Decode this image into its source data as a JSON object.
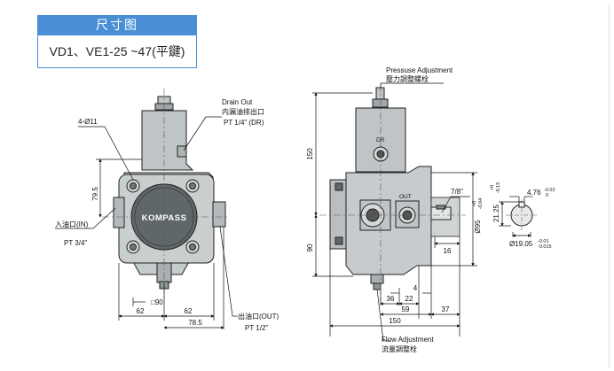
{
  "header": {
    "title": "尺寸图"
  },
  "model": {
    "name": "VD1、VE1-25 ~47(平鍵)"
  },
  "front_view": {
    "hole_label": "4-Ø11",
    "drain_label_en": "Drain Out",
    "drain_label_cn": "内漏油排出口",
    "drain_thread": "PT 1/4\" (DR)",
    "inlet_label": "入油口(IN)",
    "inlet_thread": "PT 3/4\"",
    "outlet_label": "出油口(OUT)",
    "outlet_thread": "PT 1/2\"",
    "brand": "KOMPASS",
    "dim_vertical": "79.5",
    "dim_square": "□90",
    "dim_left_62": "62",
    "dim_right_62": "62",
    "dim_78_5": "78.5"
  },
  "side_view": {
    "pressure_en": "Pressuse Adjustment",
    "pressure_cn": "壓力調整螺栓",
    "flow_en": "Flow Adjustment",
    "flow_cn": "流量調整栓",
    "dr_label": "DR",
    "out_label": "OUT",
    "dim_150_vertical": "150",
    "dim_90_vertical": "90",
    "dim_7_8": "7/8\"",
    "dim_16": "16",
    "dim_4": "4",
    "dim_36": "36",
    "dim_22": "22",
    "dim_59": "59",
    "dim_37": "37",
    "dim_150_horizontal": "150",
    "dim_95": "Ø95",
    "dim_95_tol_top": "+0",
    "dim_95_tol_bottom": "-0.04"
  },
  "shaft_view": {
    "dim_21_25": "21.25",
    "dim_21_25_tol_top": "+0",
    "dim_21_25_tol_bottom": "-0.15",
    "dim_4_76": "4.76",
    "dim_4_76_tol_top": "-0.02",
    "dim_4_76_tol_bottom": "0",
    "dim_19_05": "Ø19.05",
    "dim_19_05_tol_top": "-0.01",
    "dim_19_05_tol_bottom": "-0.015"
  }
}
